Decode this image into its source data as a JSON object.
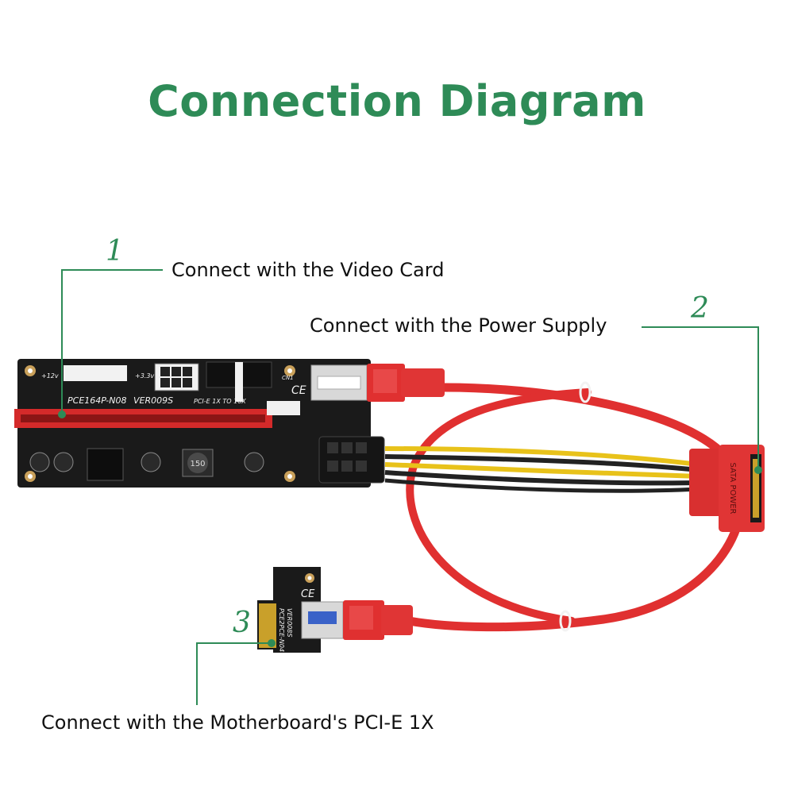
{
  "title": "Connection Diagram",
  "steps": [
    {
      "number": "1",
      "label": "Connect with the Video Card"
    },
    {
      "number": "2",
      "label": "Connect with the Power Supply"
    },
    {
      "number": "3",
      "label": "Connect with the Motherboard's PCI-E 1X"
    }
  ],
  "board_main": {
    "model": "PCE164P-N08",
    "version": "VER009S",
    "spec": "PCI-E 1X TO 16X",
    "v12": "+12v",
    "v33": "+3.3v",
    "inductor": "150",
    "cn": "CN1"
  },
  "board_small": {
    "model": "PCE2PCE-N04",
    "version": "VER008S"
  },
  "sata_label": "SATA POWER",
  "ce_mark": "CE",
  "colors": {
    "accent": "#2e8b57",
    "cable": "#e03030",
    "pcb": "#1a1a1a",
    "slot": "#d42a2a"
  }
}
